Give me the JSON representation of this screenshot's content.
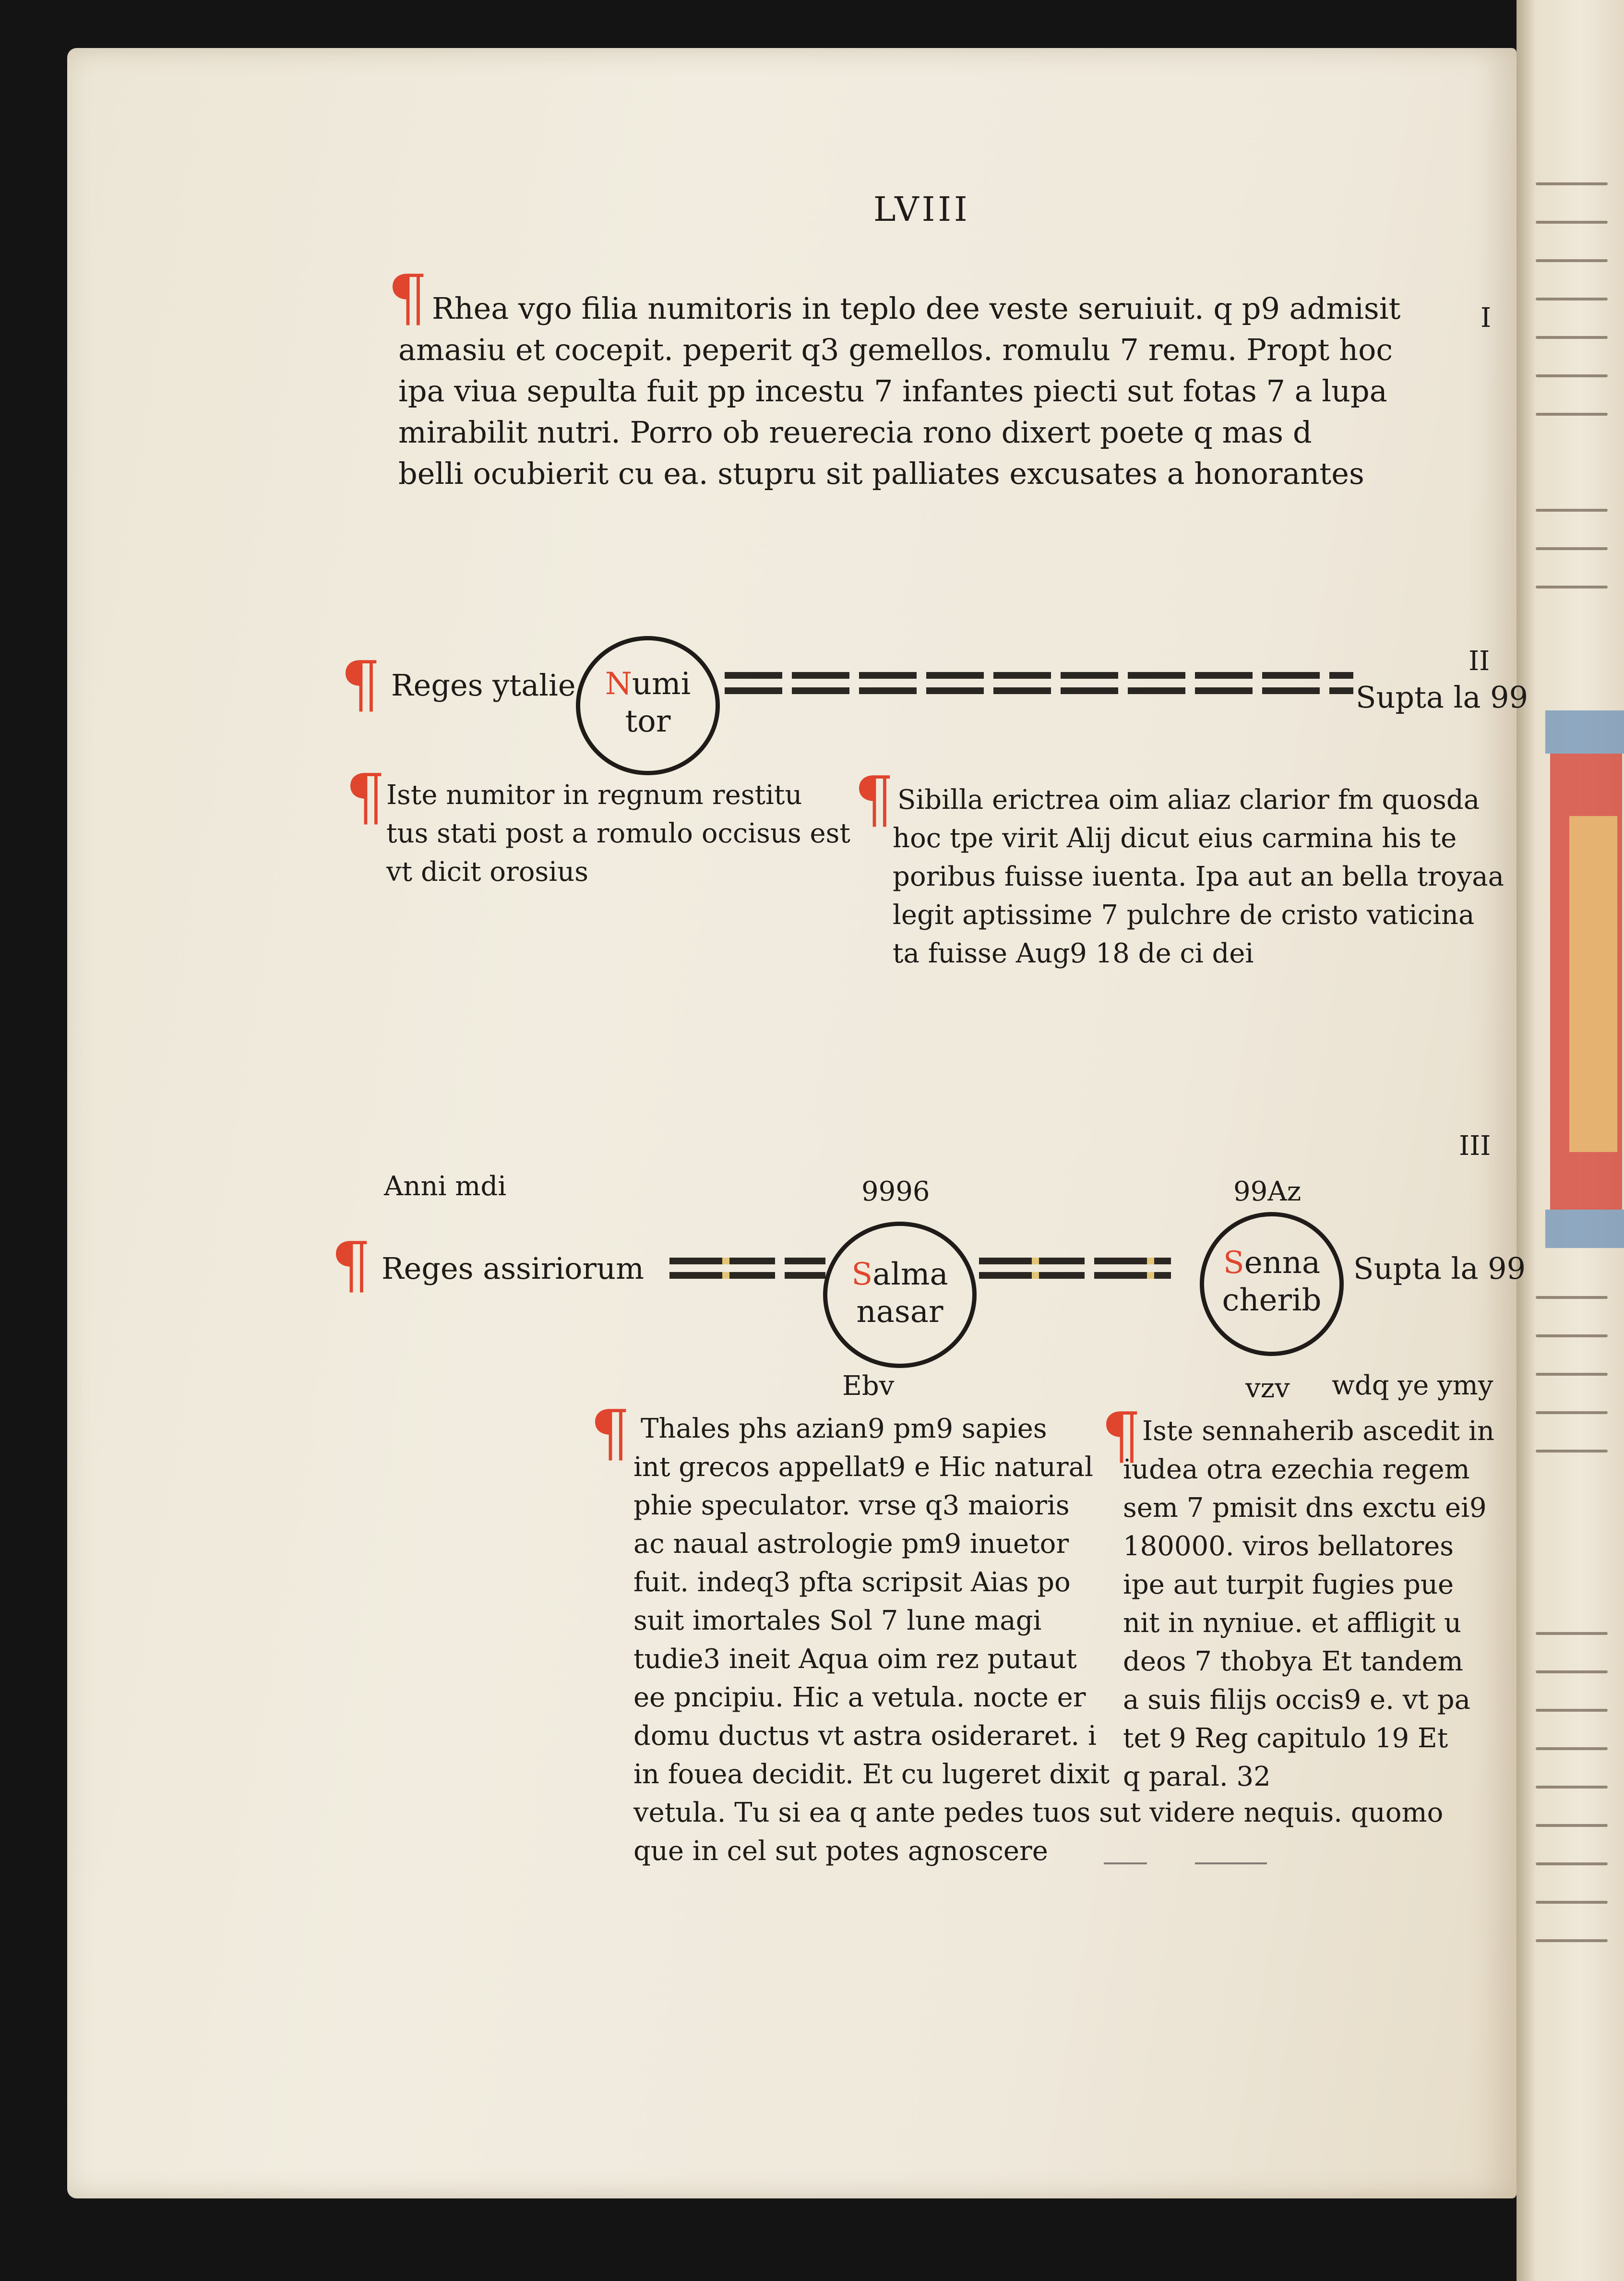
{
  "folio": "LVIII",
  "margin_numerals": {
    "i": "I",
    "ii": "II",
    "iii": "III"
  },
  "section1": {
    "lines": [
      "Rhea vgo filia numitoris in teplo dee veste seruiuit. q p9 admisit",
      "amasiu et cocepit. peperit q3 gemellos. romulu 7 remu. Propt hoc",
      "ipa viua sepulta fuit pp incestu 7 infantes piecti sut fotas 7 a lupa",
      "mirabilit nutri. Porro ob reuerecia rono dixert poete q mas d",
      "belli ocubierit cu ea. stupru sit palliates excusates a honorantes"
    ]
  },
  "section2": {
    "label": "Reges ytalie",
    "circle": [
      "Numi",
      "tor"
    ],
    "right_label": "Supta la 99",
    "note_left": [
      "Iste numitor in regnum restitu",
      "tus stati post a romulo occisus est",
      "vt dicit orosius"
    ],
    "note_right": [
      "Sibilla erictrea oim aliaz clarior fm quosda",
      "hoc tpe virit Alij dicut eius carmina his te",
      "poribus fuisse iuenta. Ipa aut an bella troyaa",
      "legit aptissime 7 pulchre de cristo vaticina",
      "ta fuisse Aug9 18 de ci dei"
    ]
  },
  "section3": {
    "anni_label": "Anni mdi",
    "label": "Reges assiriorum",
    "year1": "9996",
    "year2": "99Az",
    "circle1": [
      "Salma",
      "nasar"
    ],
    "circle2": [
      "Senna",
      "cherib"
    ],
    "below1": "Ebv",
    "below2": "vzv",
    "right_label": "Supta la 99",
    "rt_upside": "wdq ye ymy",
    "note_left": [
      "Thales phs azian9 pm9 sapies",
      "int grecos appellat9 e Hic natural",
      "phie speculator. vrse q3 maioris",
      "ac naual astrologie pm9 inuetor",
      "fuit. indeq3 pfta scripsit Aias po",
      "suit imortales Sol 7 lune magi",
      "tudie3 ineit Aqua oim rez putaut",
      "ee pncipiu. Hic a vetula. nocte er",
      "domu ductus vt astra osideraret. i",
      "in fouea decidit. Et cu lugeret dixit",
      "vetula. Tu si ea q ante pedes tuos sut videre nequis. quomo",
      "que in cel sut potes agnoscere"
    ],
    "note_right": [
      "Iste sennaherib ascedit in",
      "iudea otra ezechia regem",
      "sem 7 pmisit dns exctu ei9",
      "180000. viros bellatores",
      "ipe aut turpit fugies pue",
      "nit in nyniue. et affligit u",
      "deos 7 thobya Et tandem",
      "a suis filijs occis9 e. vt pa",
      "tet 9 Reg capitulo 19 Et",
      "q paral. 32"
    ]
  },
  "colors": {
    "rubric": "#e0452d",
    "ink": "#1d1a17",
    "paper": "#efe9dc",
    "gold": "#e2c577"
  }
}
